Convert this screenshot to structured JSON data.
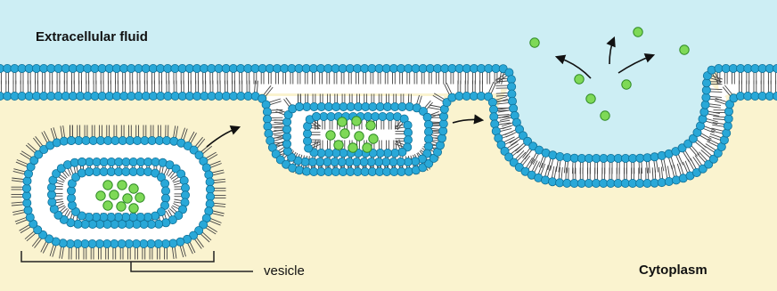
{
  "labels": {
    "extracellular": "Extracellular fluid",
    "cytoplasm": "Cytoplasm",
    "vesicle": "vesicle"
  },
  "colors": {
    "extracellular_bg": "#cdeef4",
    "cytoplasm_bg": "#faf3cf",
    "lipid_head": "#29a8d8",
    "lipid_head_stroke": "#0f6f96",
    "lipid_tail": "#444444",
    "cargo": "#7ed957",
    "cargo_stroke": "#2f8a25",
    "arrow": "#111111"
  },
  "icons": {
    "lipid_head": "circle",
    "cargo_molecule": "circle",
    "arrow": "arrow-icon"
  }
}
